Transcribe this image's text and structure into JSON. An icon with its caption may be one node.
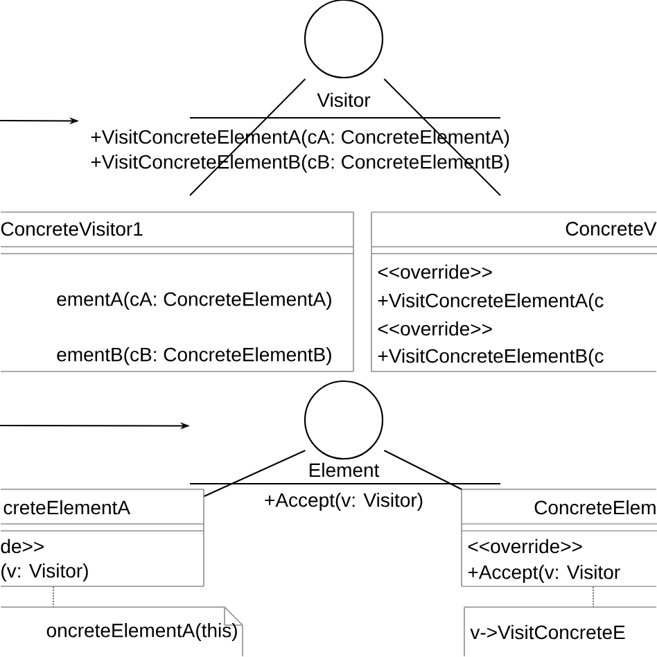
{
  "diagram": {
    "nodes": [
      {
        "text": [
          "Visitor",
          "+VisitConcreteElementA(cA: ConcreteElementA)",
          "+VisitConcreteElementB(cB: ConcreteElementB)"
        ]
      },
      {
        "text": [
          "ConcreteVisitor1",
          "ementA(cA: ConcreteElementA)",
          "ementB(cB: ConcreteElementB)"
        ]
      },
      {
        "text": [
          "ConcreteV",
          "<<override>>",
          "+VisitConcreteElementA(c",
          "<<override>>",
          "+VisitConcreteElementB(c"
        ]
      },
      {
        "text": [
          "Element",
          "+Accept(v: Visitor)"
        ]
      },
      {
        "text": [
          "creteElementA",
          "de>>",
          "(v: Visitor)"
        ]
      },
      {
        "text": [
          "ConcreteElem",
          "<<override>>",
          "+Accept(v: Visitor"
        ]
      },
      {
        "text": [
          "oncreteElementA(this)"
        ]
      },
      {
        "text": [
          "v->VisitConcreteE"
        ]
      }
    ],
    "edges": [
      {
        "from": null,
        "to": 0,
        "arrow": "to"
      },
      {
        "from": 0,
        "to": 1,
        "arrow": "none"
      },
      {
        "from": 0,
        "to": 2,
        "arrow": "none"
      },
      {
        "from": null,
        "to": 3,
        "arrow": "to"
      },
      {
        "from": 3,
        "to": 4,
        "arrow": "none"
      },
      {
        "from": 3,
        "to": 5,
        "arrow": "none"
      },
      {
        "from": 4,
        "to": 6,
        "arrow": "none",
        "style": "dashed",
        "color": "#666666"
      },
      {
        "from": 5,
        "to": 7,
        "arrow": "none",
        "style": "dashed",
        "color": "#666666"
      }
    ]
  }
}
